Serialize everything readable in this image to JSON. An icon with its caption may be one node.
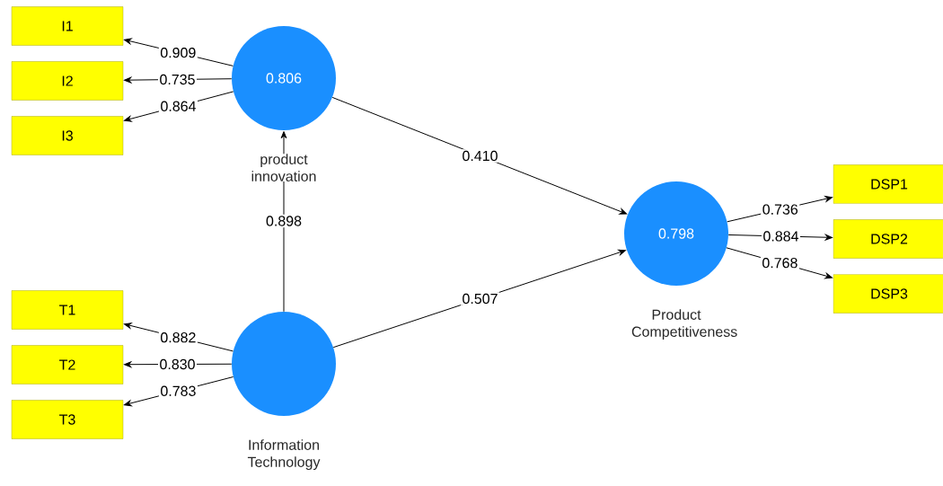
{
  "diagram": {
    "nodes": [
      {
        "text": [
          "0.806"
        ],
        "beside": [
          "product innovation"
        ]
      },
      {
        "text": [],
        "shape": "circle",
        "beside": [
          "Information Technology"
        ]
      },
      {
        "text": [
          "0.798"
        ],
        "beside": [
          "Product Competitiveness"
        ]
      },
      {
        "text": [
          "I1"
        ]
      },
      {
        "text": [
          "I2"
        ]
      },
      {
        "text": [
          "I3"
        ]
      },
      {
        "text": [
          "T1"
        ]
      },
      {
        "text": [
          "T2"
        ]
      },
      {
        "text": [
          "T3"
        ]
      },
      {
        "text": [
          "DSP1"
        ]
      },
      {
        "text": [
          "DSP2"
        ]
      },
      {
        "text": [
          "DSP3"
        ]
      }
    ],
    "edges": [
      {
        "from": 0,
        "to": 3,
        "arrow": "to",
        "label": "0.909"
      },
      {
        "from": 0,
        "to": 4,
        "arrow": "to",
        "label": "0.735"
      },
      {
        "from": 0,
        "to": 5,
        "arrow": "to",
        "label": "0.864"
      },
      {
        "from": 0,
        "to": 2,
        "arrow": "to",
        "label": "0.410"
      },
      {
        "from": 1,
        "to": 0,
        "arrow": "to",
        "label": "0.898"
      },
      {
        "from": 1,
        "to": 6,
        "arrow": "to",
        "label": "0.882"
      },
      {
        "from": 1,
        "to": 7,
        "arrow": "to",
        "label": "0.830"
      },
      {
        "from": 1,
        "to": 8,
        "arrow": "to",
        "label": "0.783"
      },
      {
        "from": 1,
        "to": 2,
        "arrow": "to",
        "label": "0.507"
      },
      {
        "from": 2,
        "to": 9,
        "arrow": "to",
        "label": "0.736"
      },
      {
        "from": 2,
        "to": 10,
        "arrow": "to",
        "label": "0.884"
      },
      {
        "from": 2,
        "to": 11,
        "arrow": "to",
        "label": "0.768"
      }
    ]
  }
}
